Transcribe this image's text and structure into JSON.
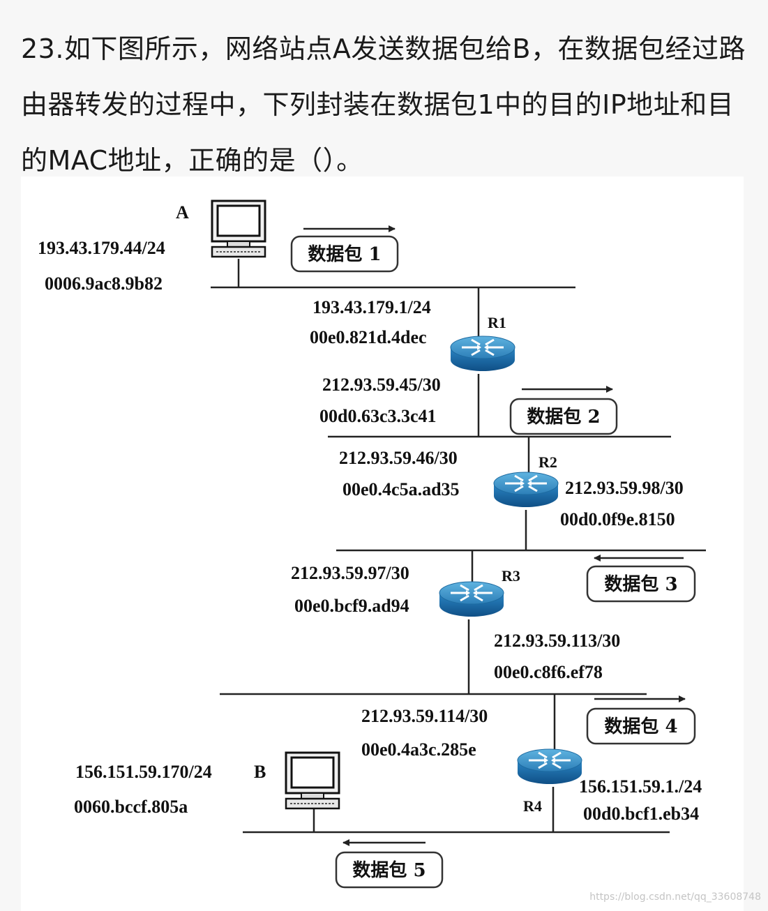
{
  "question": "23.如下图所示，网络站点A发送数据包给B，在数据包经过路由器转发的过程中，下列封装在数据包1中的目的IP地址和目的MAC地址，正确的是（）。",
  "hosts": {
    "A": {
      "name": "A",
      "ip": "193.43.179.44/24",
      "mac": "0006.9ac8.9b82"
    },
    "B": {
      "name": "B",
      "ip": "156.151.59.170/24",
      "mac": "0060.bccf.805a"
    }
  },
  "routers": {
    "R1": {
      "name": "R1",
      "ip1": "193.43.179.1/24",
      "mac1": "00e0.821d.4dec",
      "ip2": "212.93.59.45/30",
      "mac2": "00d0.63c3.3c41"
    },
    "R2": {
      "name": "R2",
      "ip1": "212.93.59.46/30",
      "mac1": "00e0.4c5a.ad35",
      "ip2": "212.93.59.98/30",
      "mac2": "00d0.0f9e.8150"
    },
    "R3": {
      "name": "R3",
      "ip1": "212.93.59.97/30",
      "mac1": "00e0.bcf9.ad94",
      "ip2": "212.93.59.113/30",
      "mac2": "00e0.c8f6.ef78"
    },
    "R4": {
      "name": "R4",
      "ip1": "212.93.59.114/30",
      "mac1": "00e0.4a3c.285e",
      "ip2": "156.151.59.1./24",
      "mac2": "00d0.bcf1.eb34"
    }
  },
  "packets": [
    "数据包 1",
    "数据包 2",
    "数据包 3",
    "数据包 4",
    "数据包 5"
  ],
  "watermark": "https://blog.csdn.net/qq_33608748"
}
